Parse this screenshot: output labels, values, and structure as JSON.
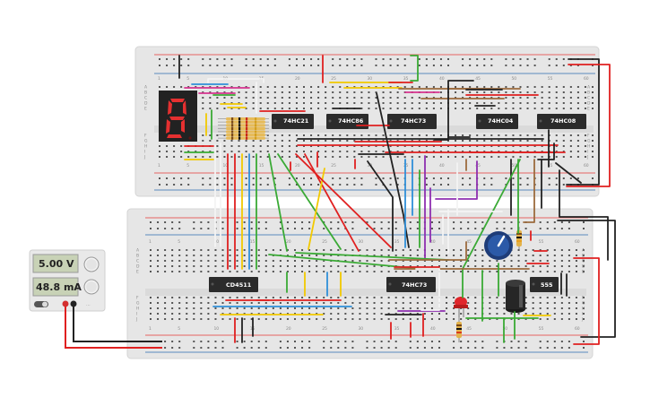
{
  "power_supply": {
    "voltage": "5.00 V",
    "current": "48.8 mA"
  },
  "display": {
    "digit": "6"
  },
  "top_board": {
    "column_numbers": [
      "1",
      "5",
      "10",
      "15",
      "20",
      "25",
      "30",
      "35",
      "40",
      "45",
      "50",
      "55",
      "60"
    ],
    "chips": [
      "74HC21",
      "74HC86",
      "74HC73",
      "74HC04",
      "74HC08"
    ]
  },
  "bottom_board": {
    "column_numbers": [
      "1",
      "5",
      "10",
      "15",
      "20",
      "25",
      "30",
      "35",
      "40",
      "45",
      "50",
      "55",
      "60"
    ],
    "chips": [
      "CD4511",
      "74HC73",
      "555"
    ]
  },
  "row_letters": [
    "A",
    "B",
    "C",
    "D",
    "E",
    "F",
    "G",
    "H",
    "I",
    "J"
  ],
  "colors": {
    "board": "#e6e6e6",
    "chip": "#2b2b2b",
    "rail_red": "#e53935",
    "rail_blue": "#2b6cb0",
    "wire_red": "#e02020",
    "wire_green": "#3aaa35",
    "wire_yellow": "#f2c900",
    "wire_blue": "#2f8fd8",
    "wire_purple": "#8e2fb0",
    "wire_brown": "#9c6b3e",
    "wire_black": "#222222",
    "wire_white": "#f4f4f4",
    "wire_magenta": "#d6338f"
  }
}
